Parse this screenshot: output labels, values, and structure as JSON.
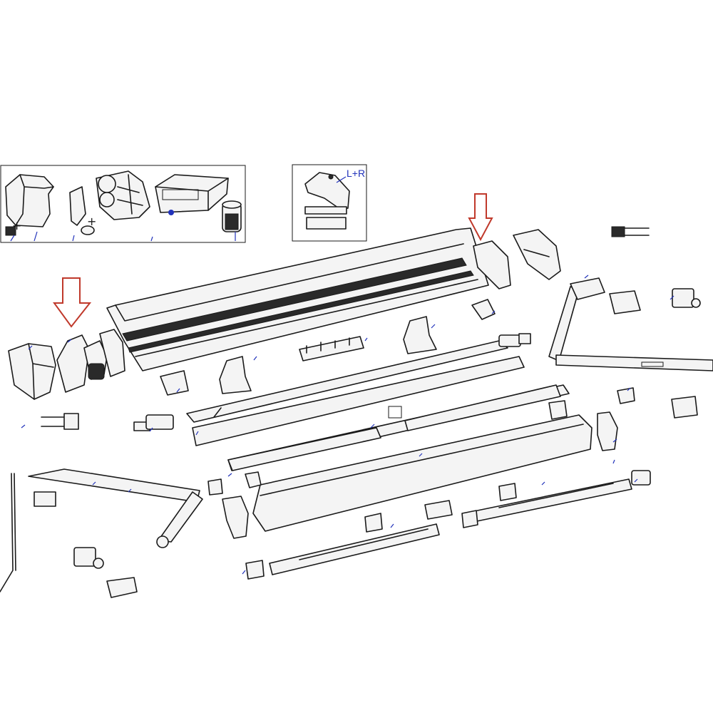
{
  "inset_box_2": {
    "label": "L+R"
  },
  "inset_box_1": {
    "plus_sign": "+"
  },
  "colors": {
    "arrow": "#c0392b",
    "ink": "#1a1a1a",
    "callout": "#2233bb"
  },
  "indicators": [
    {
      "name": "down-arrow-left",
      "icon": "down-arrow-icon"
    },
    {
      "name": "down-arrow-right",
      "icon": "down-arrow-icon"
    }
  ]
}
